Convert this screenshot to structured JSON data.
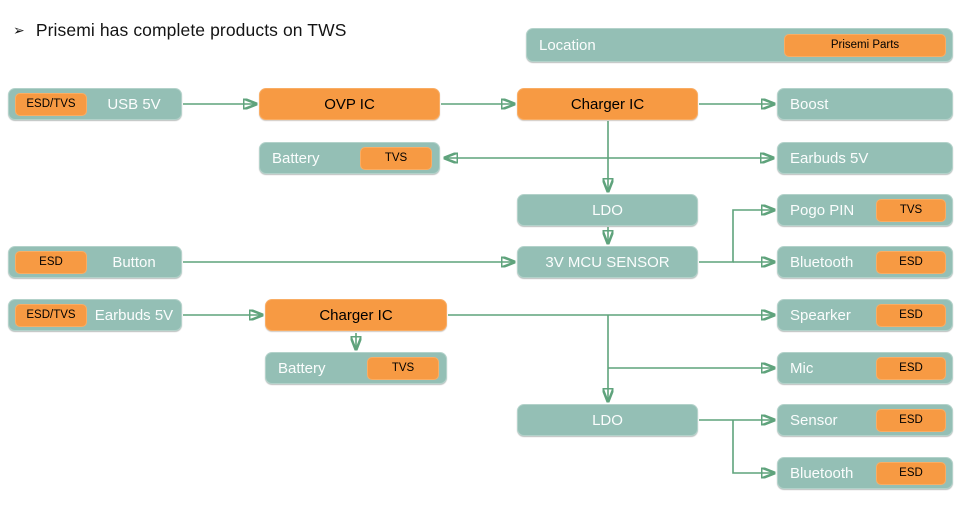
{
  "title": {
    "bullet": "➢",
    "text": "Prisemi has complete products on TWS"
  },
  "legend": {
    "label": "Location",
    "badge": "Prisemi Parts"
  },
  "nodes": {
    "usb5v": {
      "label": "USB 5V",
      "badge": "ESD/TVS"
    },
    "ovp_ic": {
      "label": "OVP IC"
    },
    "charger_ic_1": {
      "label": "Charger IC"
    },
    "boost": {
      "label": "Boost"
    },
    "battery_1": {
      "label": "Battery",
      "badge": "TVS"
    },
    "earbuds_5v_right": {
      "label": "Earbuds 5V"
    },
    "ldo_1": {
      "label": "LDO"
    },
    "pogo_pin": {
      "label": "Pogo PIN",
      "badge": "TVS"
    },
    "button": {
      "label": "Button",
      "badge": "ESD"
    },
    "mcu": {
      "label": "3V MCU SENSOR"
    },
    "bluetooth_1": {
      "label": "Bluetooth",
      "badge": "ESD"
    },
    "earbuds_5v_left": {
      "label": "Earbuds 5V",
      "badge": "ESD/TVS"
    },
    "charger_ic_2": {
      "label": "Charger IC"
    },
    "spearker": {
      "label": "Spearker",
      "badge": "ESD"
    },
    "battery_2": {
      "label": "Battery",
      "badge": "TVS"
    },
    "mic": {
      "label": "Mic",
      "badge": "ESD"
    },
    "ldo_2": {
      "label": "LDO"
    },
    "sensor": {
      "label": "Sensor",
      "badge": "ESD"
    },
    "bluetooth_2": {
      "label": "Bluetooth",
      "badge": "ESD"
    }
  },
  "colors": {
    "box_teal": "#94bfb5",
    "box_orange": "#f79a43",
    "connector_green": "#5fa37c",
    "label_on_teal": "#fbfdfd",
    "label_on_orange": "#000000",
    "title_text": "#141414"
  }
}
